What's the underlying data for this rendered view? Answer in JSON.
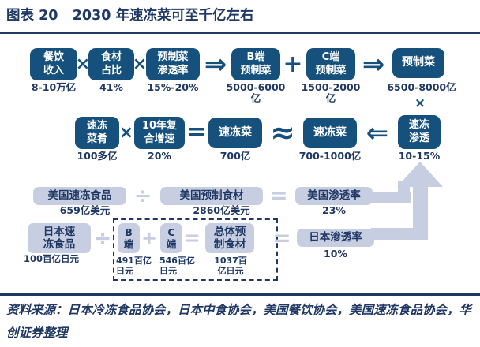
{
  "colors": {
    "dark_box": "#15517c",
    "light_box": "#c8cee2",
    "navy_text": "#1f3864",
    "arrow_fill": "#c8cee2"
  },
  "header": {
    "title": "图表 20   2030 年速冻菜可至千亿左右"
  },
  "flow": {
    "row1": {
      "nodes": [
        {
          "label": "餐饮\n收入",
          "value": "8-10万亿"
        },
        {
          "label": "食材\n占比",
          "value": "41%"
        },
        {
          "label": "预制菜\n渗透率",
          "value": "15%-20%"
        },
        {
          "label": "B端\n预制菜",
          "value": "5000-6000亿"
        },
        {
          "label": "C端\n预制菜",
          "value": "1500-2000亿"
        },
        {
          "label": "预制菜",
          "value": "6500-8000亿"
        }
      ],
      "ops": {
        "times1": "×",
        "times2": "×",
        "arrow1": "⇒",
        "plus": "+",
        "arrow2": "⇒"
      }
    },
    "link_down": "×",
    "row2": {
      "nodes": [
        {
          "label": "速冻\n菜肴",
          "value": "100多亿"
        },
        {
          "label": "10年复\n合增速",
          "value": "20%"
        },
        {
          "label": "速冻菜",
          "value": "700亿"
        },
        {
          "label": "速冻菜",
          "value": "700-1000亿"
        },
        {
          "label": "速冻\n渗透",
          "value": "10-15%"
        }
      ],
      "ops": {
        "times": "×",
        "equals": "=",
        "approx": "≈",
        "arrow_left": "⇐"
      }
    },
    "row3": {
      "nodes": [
        {
          "label": "美国速冻食品",
          "value": "659亿美元"
        },
        {
          "label": "美国预制食材",
          "value": "2860亿美元"
        },
        {
          "label": "美国渗透率",
          "value": "23%"
        }
      ],
      "ops": {
        "divide": "÷",
        "equals": "="
      }
    },
    "row4": {
      "japan_frozen": {
        "label": "日本速\n冻食品",
        "value": "100百亿日元"
      },
      "dashed_group": [
        {
          "label": "B\n端",
          "value": "491百亿\n日元"
        },
        {
          "label": "C\n端",
          "value": "546百亿\n日元"
        },
        {
          "label": "总体预\n制食材",
          "value": "1037百\n亿日元"
        }
      ],
      "japan_rate": {
        "label": "日本渗透率",
        "value": "10%"
      },
      "ops": {
        "divide": "÷",
        "plus": "+",
        "equals_inner": "=",
        "equals_outer": "="
      }
    }
  },
  "footer": {
    "source": "资料来源：日本冷冻食品协会，日本中食协会，美国餐饮协会，美国速冻食品协会，华创证券整理"
  }
}
